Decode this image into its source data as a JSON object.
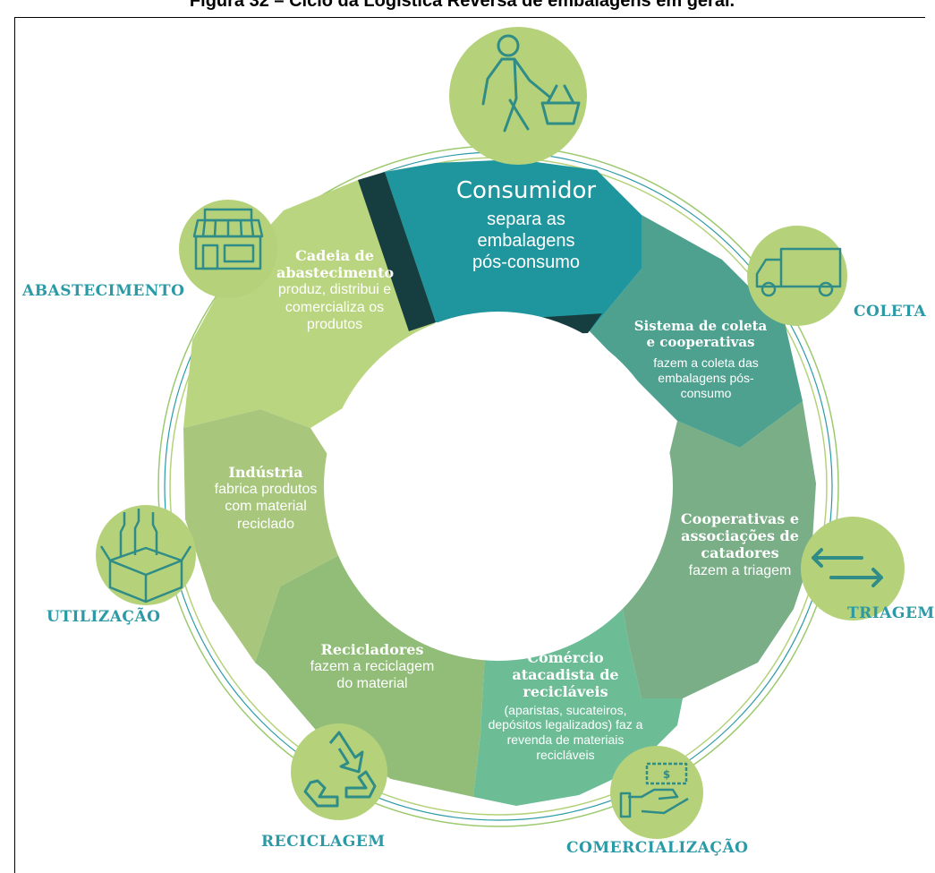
{
  "figure_title": "Figura 32 – Ciclo da Logística Reversa de embalagens em geral.",
  "colors": {
    "consumidor": "#1f959d",
    "coleta": "#4ea08f",
    "triagem": "#7aae87",
    "comercio": "#6cbc96",
    "recicladores": "#92bd79",
    "industria": "#a8c77d",
    "cadeia": "#bad57f",
    "icon_circle": "#b5d27b",
    "icon_stroke": "#2f8c86",
    "label": "#2b9aa6",
    "dark_edge": "#163d3f"
  },
  "stages": {
    "consumidor": {
      "title": "Consumidor",
      "desc": "separa as embalagens pós-consumo"
    },
    "coleta": {
      "title": "Sistema de coleta e cooperativas",
      "desc": "fazem a coleta das embalagens pós-consumo"
    },
    "triagem": {
      "title": "Cooperativas e associações de catadores",
      "desc": "fazem a triagem"
    },
    "comercio": {
      "title": "Comércio atacadista de recicláveis",
      "desc": "(aparistas, sucateiros, depósitos legalizados) faz a revenda de materiais recicláveis"
    },
    "recicladores": {
      "title": "Recicladores",
      "desc": "fazem a reciclagem do material"
    },
    "industria": {
      "title": "Indústria",
      "desc": "fabrica produtos com material reciclado"
    },
    "cadeia": {
      "title": "Cadeia de abastecimento",
      "desc": "produz, distribui e comercializa os produtos"
    }
  },
  "external_labels": {
    "coleta": "COLETA",
    "triagem": "TRIAGEM",
    "comercializacao": "COMERCIALIZAÇÃO",
    "reciclagem": "RECICLAGEM",
    "utilizacao": "UTILIZAÇÃO",
    "abastecimento": "ABASTECIMENTO"
  },
  "icons": [
    "person-basket-icon",
    "truck-icon",
    "arrows-exchange-icon",
    "money-hand-icon",
    "recycle-icon",
    "box-bottles-icon",
    "store-icon"
  ]
}
